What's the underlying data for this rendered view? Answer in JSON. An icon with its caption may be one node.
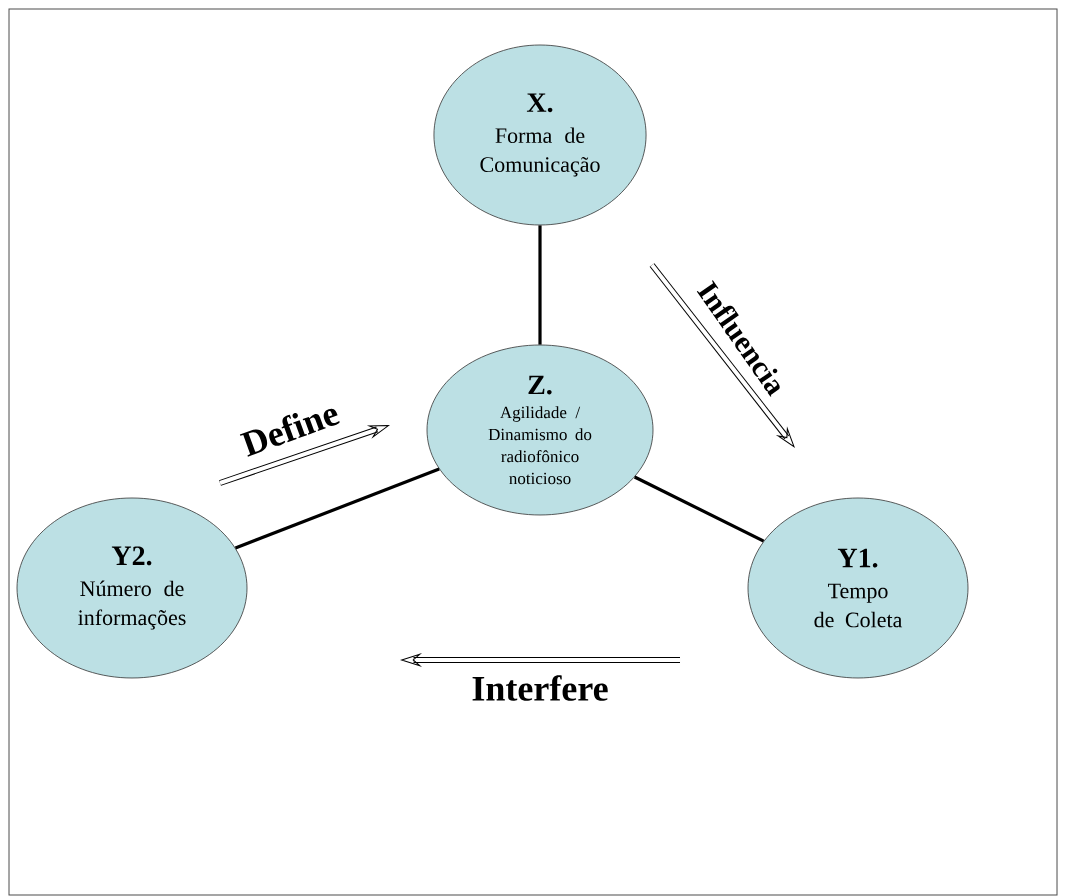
{
  "diagram": {
    "nodes": [
      {
        "text": [
          "X.",
          "Forma de Comunicação"
        ]
      },
      {
        "text": [
          "Z.",
          "Agilidade / Dinamismo do radiofônico noticioso"
        ]
      },
      {
        "text": [
          "Y2.",
          "Número de informações"
        ]
      },
      {
        "text": [
          "Y1.",
          "Tempo de Coleta"
        ]
      }
    ],
    "edges": [
      {
        "from": 0,
        "to": 1,
        "arrow": "none"
      },
      {
        "from": 1,
        "to": 2,
        "arrow": "none"
      },
      {
        "from": 1,
        "to": 3,
        "arrow": "none"
      }
    ],
    "labels": [
      "Define",
      "Influencia",
      "Interfere"
    ]
  }
}
